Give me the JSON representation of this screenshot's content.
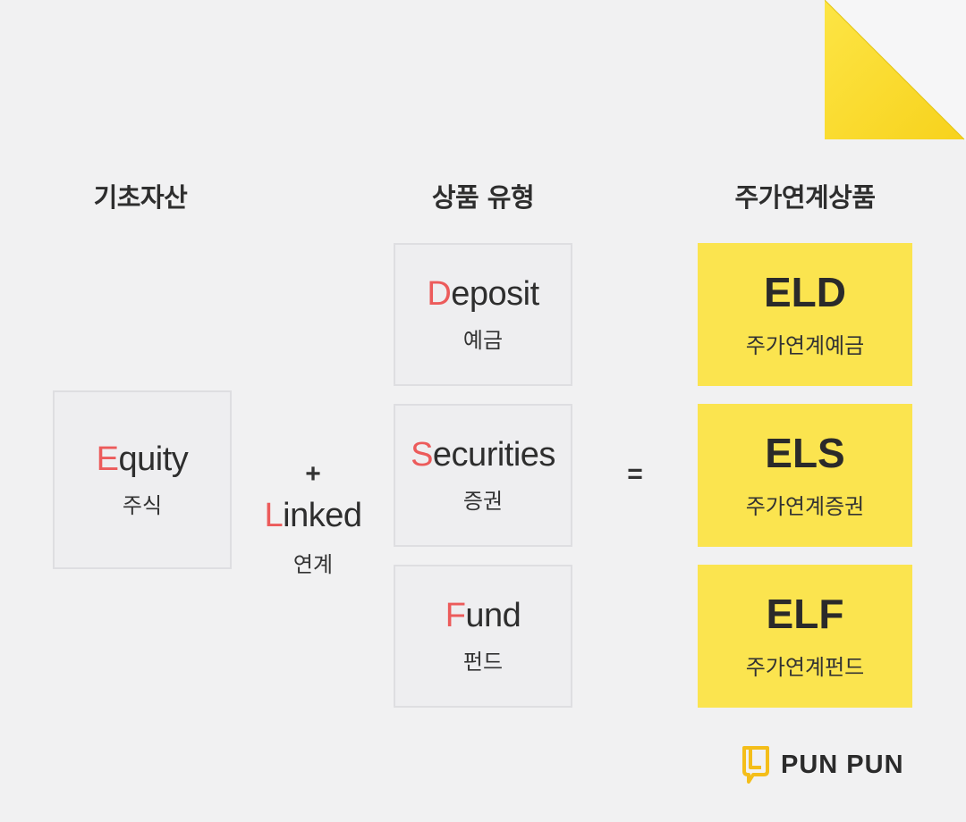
{
  "colors": {
    "background": "#f1f1f2",
    "accent_yellow": "#fbe44f",
    "initial_red": "#ec5b5b",
    "gray_box": "#eeeef0",
    "text_dark": "#2e2e2e"
  },
  "headers": {
    "underlying_asset": "기초자산",
    "product_type": "상품 유형",
    "linked_product": "주가연계상품"
  },
  "equity": {
    "initial": "E",
    "rest": "quity",
    "korean": "주식"
  },
  "plus": "+",
  "linked": {
    "initial": "L",
    "rest": "inked",
    "korean": "연계"
  },
  "equals": "=",
  "types": [
    {
      "initial": "D",
      "rest": "eposit",
      "korean": "예금"
    },
    {
      "initial": "S",
      "rest": "ecurities",
      "korean": "증권"
    },
    {
      "initial": "F",
      "rest": "und",
      "korean": "펀드"
    }
  ],
  "results": [
    {
      "code": "ELD",
      "korean": "주가연계예금"
    },
    {
      "code": "ELS",
      "korean": "주가연계증권"
    },
    {
      "code": "ELF",
      "korean": "주가연계펀드"
    }
  ],
  "logo": {
    "text": "PUN PUN",
    "icon": "book-bubble-icon"
  }
}
